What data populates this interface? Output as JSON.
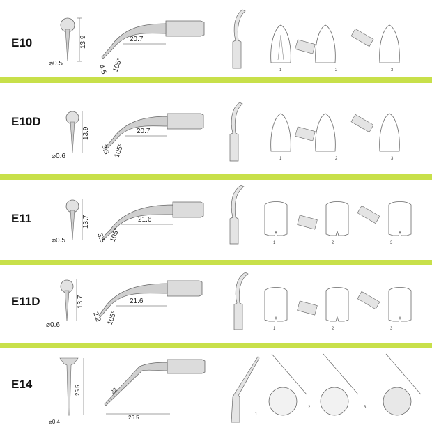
{
  "rows": [
    {
      "model": "E10",
      "diameter": "⌀0.5",
      "height": "13.9",
      "length": "20.7",
      "short": "4.5",
      "angle": "105°",
      "steps": [
        "1",
        "2",
        "3"
      ]
    },
    {
      "model": "E10D",
      "diameter": "⌀0.6",
      "height": "13.9",
      "length": "20.7",
      "short": "3.3",
      "angle": "105°",
      "steps": [
        "1",
        "2",
        "3"
      ]
    },
    {
      "model": "E11",
      "diameter": "⌀0.5",
      "height": "13.7",
      "length": "21.6",
      "short": "3.5",
      "angle": "105°",
      "steps": [
        "1",
        "2",
        "3"
      ]
    },
    {
      "model": "E11D",
      "diameter": "⌀0.6",
      "height": "13.7",
      "length": "21.6",
      "short": "2.2",
      "angle": "105°",
      "steps": [
        "1",
        "2",
        "3"
      ]
    },
    {
      "model": "E14",
      "diameter": "⌀0.4",
      "height": "25.5",
      "length": "26.5",
      "short": "22",
      "angle": "",
      "steps": [
        "1",
        "2",
        "3"
      ]
    }
  ],
  "colors": {
    "separator": "#c8e04a",
    "line": "#555555"
  }
}
